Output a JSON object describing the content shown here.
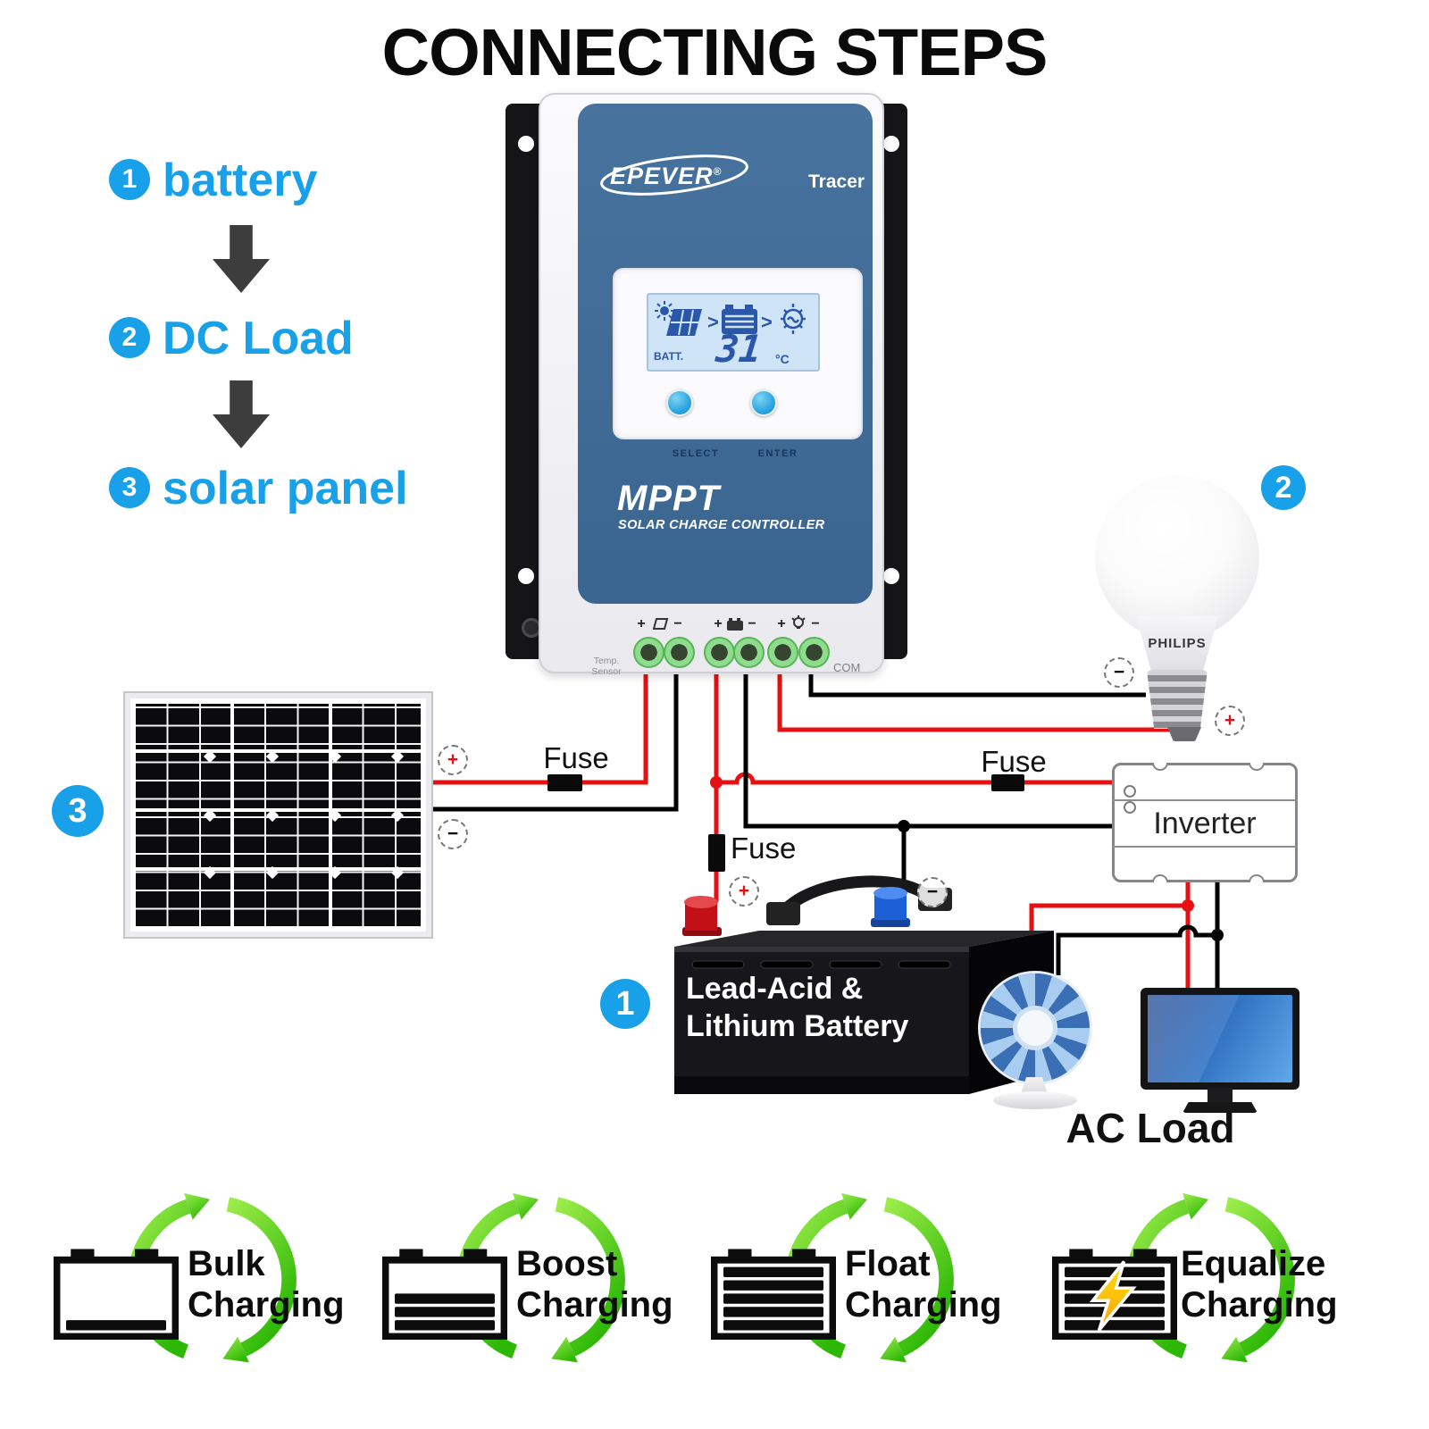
{
  "title": "CONNECTING STEPS",
  "steps": [
    {
      "num": "1",
      "label": "battery"
    },
    {
      "num": "2",
      "label": "DC Load"
    },
    {
      "num": "3",
      "label": "solar panel"
    }
  ],
  "controller": {
    "brand": "EPEVER",
    "reg_mark": "®",
    "model": "Tracer",
    "lcd": {
      "batt_label": "BATT.",
      "temp_value": "31",
      "temp_unit": "°C"
    },
    "select_button": "SELECT",
    "enter_button": "ENTER",
    "product": "MPPT",
    "product_sub": "SOLAR CHARGE CONTROLLER",
    "temp_sensor_line1": "Temp.",
    "temp_sensor_line2": "Sensor",
    "com_label": "COM"
  },
  "wiring": {
    "fuse_label": "Fuse",
    "plus": "+",
    "minus": "−"
  },
  "devices": {
    "bulb_brand": "PHILIPS",
    "bulb_badge": "2",
    "solar_badge": "3",
    "battery_badge": "1",
    "battery_line1": "Lead-Acid &",
    "battery_line2": "Lithium Battery",
    "inverter_label": "Inverter",
    "ac_load_label": "AC Load"
  },
  "charging_modes": [
    {
      "label": "Bulk",
      "label2": "Charging",
      "bars": 1
    },
    {
      "label": "Boost",
      "label2": "Charging",
      "bars": 3
    },
    {
      "label": "Float",
      "label2": "Charging",
      "bars": 5
    },
    {
      "label": "Equalize",
      "label2": "Charging",
      "bars": 5,
      "bolt": true
    }
  ],
  "colors": {
    "accent_blue": "#18a0e8",
    "wire_red": "#e60f12",
    "wire_black": "#000000",
    "panel_blue": "#40719f",
    "green_arrow": "#4ecb12",
    "terminal_green": "#8fdc8f"
  }
}
